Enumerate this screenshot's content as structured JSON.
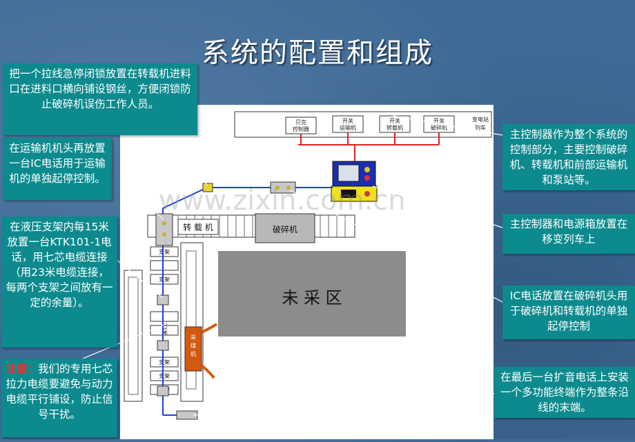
{
  "title": "系统的配置和组成",
  "callouts": {
    "c1": "把一个拉线急停闭锁放置在转载机进料口在进料口横向铺设钢丝，方便闭锁防止破碎机误伤工作人员。",
    "c2": "在运输机机头再放置一台IC电话用于运输机的单独起停控制。",
    "c3": "在液压支架内每15米放置一台KTK101-1电话，用七芯电缆连接（用23米电缆连接，每两个支架之间放有一定的余量）。",
    "c4_label": "注意：",
    "c4_text": "我们的专用七芯拉力电缆要避免与动力电缆平行铺设，防止信号干扰。",
    "c5": "主控制器作为整个系统的控制部分，主要控制破碎机、转载机和前部运输机和泵站等。",
    "c6": "主控制器和电源箱放置在移变列车上",
    "c7": "IC电话放置在破碎机头用于破碎机和转载机的单独起停控制",
    "c8": "在最后一台扩音电话上安装一个多功能终端作为整条沿线的末端。"
  },
  "diagram": {
    "switch_boxes": [
      "贝克控制器",
      "开关运输机",
      "开关转载机",
      "开关破碎机"
    ],
    "substation_label": "变电站列车",
    "unmined_area": "未 采 区",
    "conveyor_label": "转 载 机",
    "crusher_label": "破碎机",
    "support_label": "支架",
    "distance_label": "23米",
    "shearer_label": "采煤机"
  },
  "watermark": "www.zixin.com.cn",
  "colors": {
    "background": "#3d6a96",
    "callout": "#0c8a8e",
    "cable_blue": "#1a3fd8",
    "power_red": "#e02020",
    "unmined_gray": "#8c8c8c",
    "shearer_orange": "#d25a10"
  }
}
